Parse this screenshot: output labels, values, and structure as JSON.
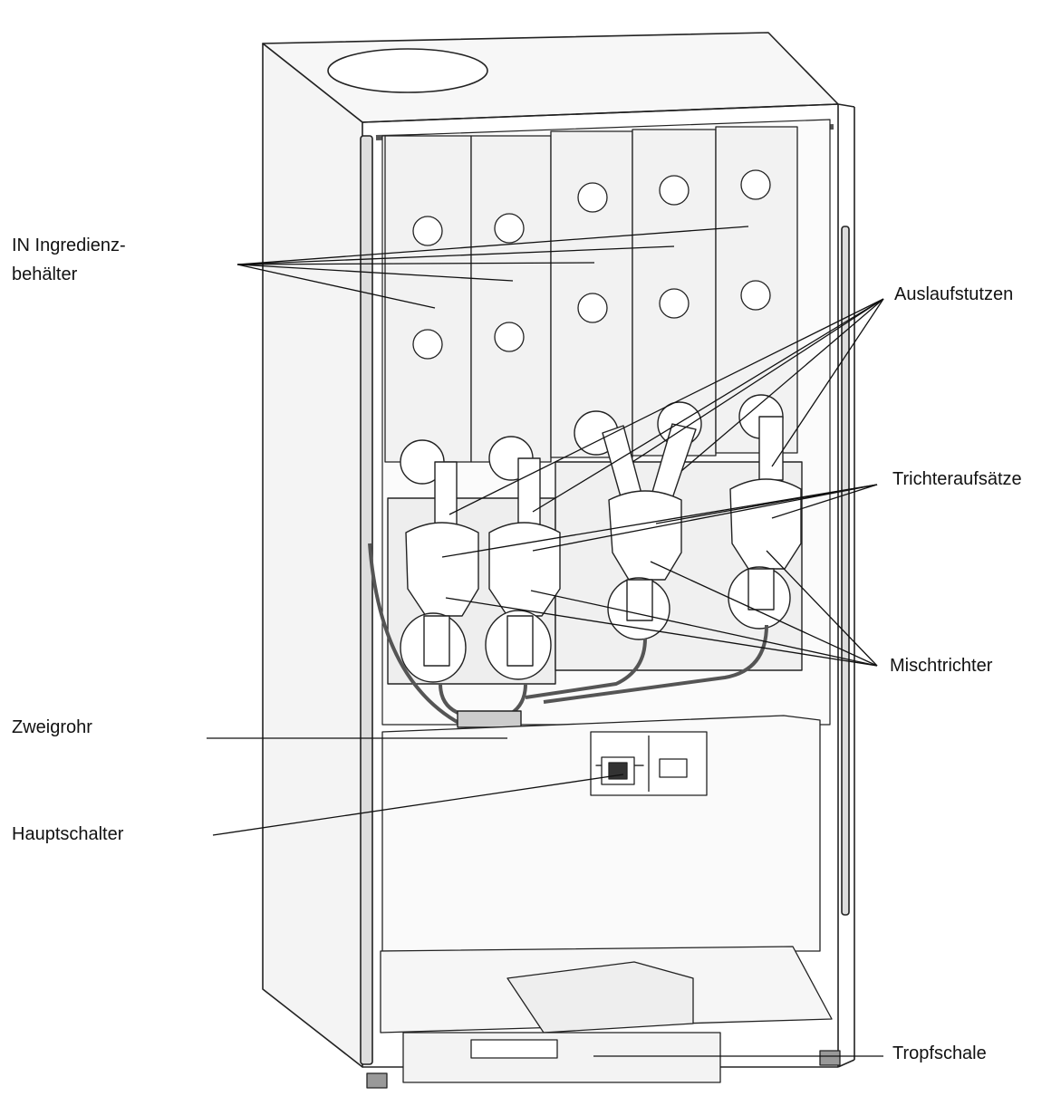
{
  "labels": {
    "ingredients_line1": "IN Ingredienz-",
    "ingredients_line2": "behälter",
    "outlet": "Auslaufstutzen",
    "funnel_caps": "Trichteraufsätze",
    "mixing_funnel": "Mischtrichter",
    "branch_pipe": "Zweigrohr",
    "main_switch": "Hauptschalter",
    "drip_tray": "Tropfschale"
  }
}
